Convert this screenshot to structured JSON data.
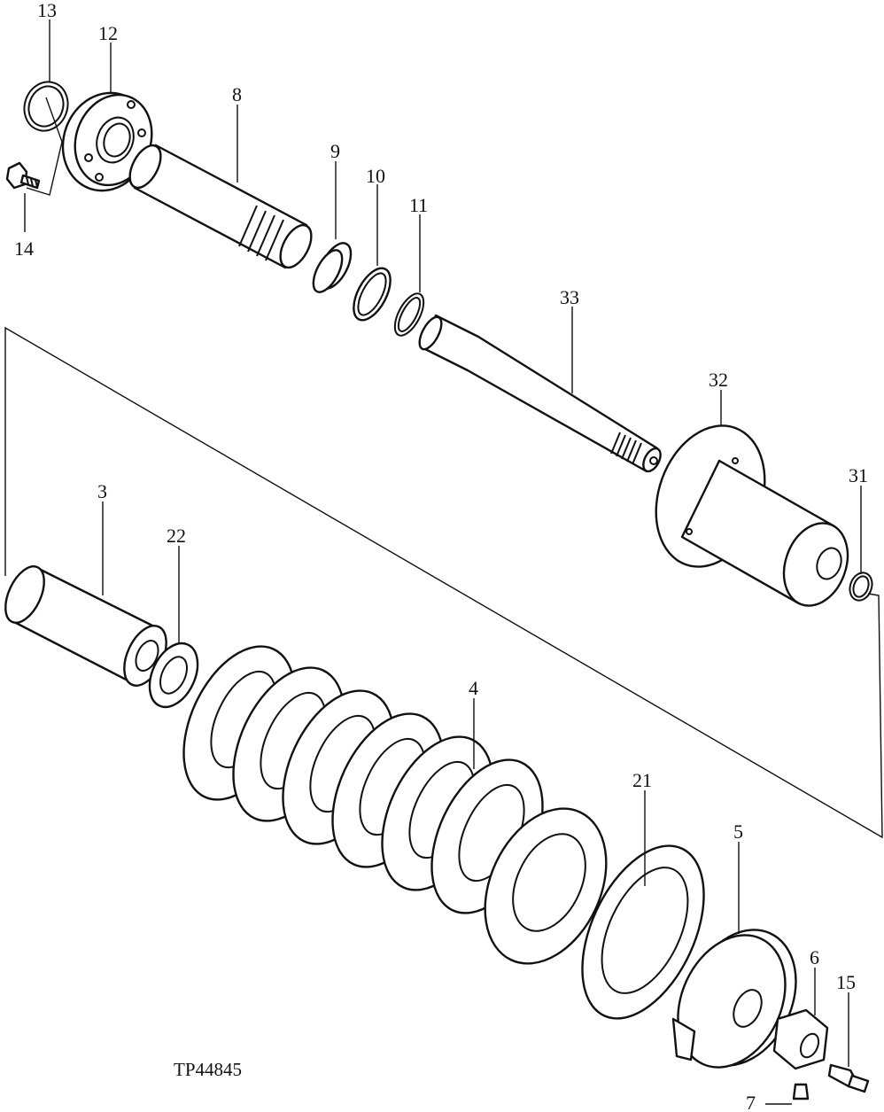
{
  "figure_id": "TP44845",
  "callouts": [
    {
      "id": "13",
      "part": "o-ring"
    },
    {
      "id": "12",
      "part": "cylinder-cap"
    },
    {
      "id": "14",
      "part": "cap-screw"
    },
    {
      "id": "8",
      "part": "piston"
    },
    {
      "id": "9",
      "part": "backup-ring"
    },
    {
      "id": "10",
      "part": "seal"
    },
    {
      "id": "11",
      "part": "snap-ring"
    },
    {
      "id": "33",
      "part": "rod"
    },
    {
      "id": "32",
      "part": "spring-guide"
    },
    {
      "id": "31",
      "part": "snap-ring"
    },
    {
      "id": "3",
      "part": "spacer"
    },
    {
      "id": "22",
      "part": "washer"
    },
    {
      "id": "4",
      "part": "recoil-spring"
    },
    {
      "id": "21",
      "part": "washer"
    },
    {
      "id": "5",
      "part": "spring-seat"
    },
    {
      "id": "6",
      "part": "nut"
    },
    {
      "id": "15",
      "part": "grease-fitting"
    },
    {
      "id": "7",
      "part": "plug"
    }
  ]
}
